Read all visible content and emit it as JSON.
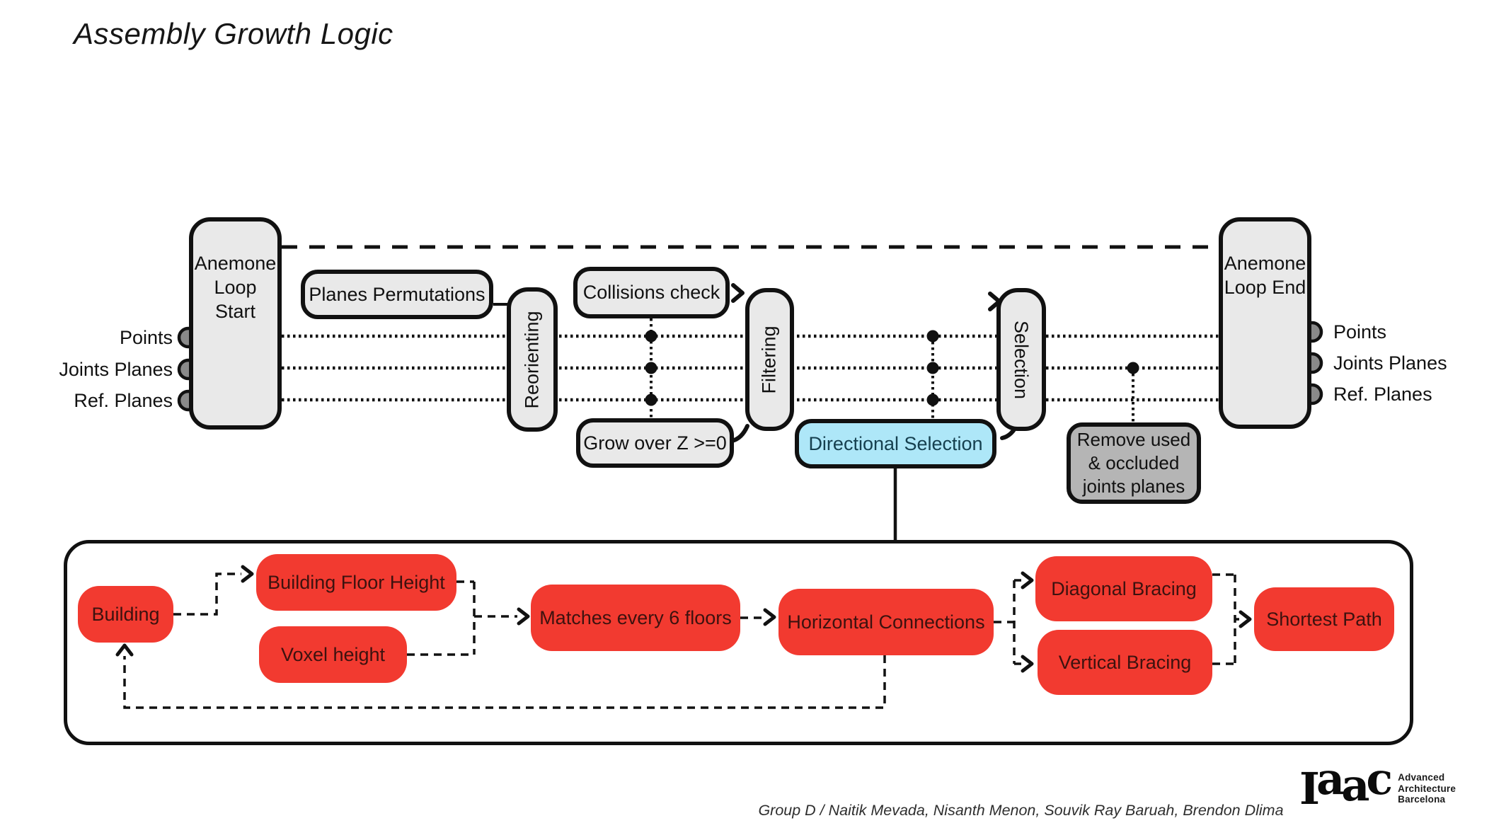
{
  "title": "Assembly Growth Logic",
  "loop_start": {
    "label": "Anemone Loop Start"
  },
  "loop_end": {
    "label": "Anemone Loop End"
  },
  "io": {
    "left": [
      "Points",
      "Joints Planes",
      "Ref. Planes"
    ],
    "right": [
      "Points",
      "Joints Planes",
      "Ref. Planes"
    ]
  },
  "pipeline": {
    "planes_permutations": "Planes Permutations",
    "reorienting": "Reorienting",
    "collisions_check": "Collisions check",
    "grow_over_z": "Grow over Z >=0",
    "filtering": "Filtering",
    "directional_selection": "Directional Selection",
    "selection": "Selection",
    "remove_used": "Remove used & occluded joints planes"
  },
  "sub_flow": {
    "building": "Building",
    "building_floor_height": "Building Floor Height",
    "voxel_height": "Voxel height",
    "matches_every_6_floors": "Matches every 6 floors",
    "horizontal_connections": "Horizontal Connections",
    "diagonal_bracing": "Diagonal Bracing",
    "vertical_bracing": "Vertical Bracing",
    "shortest_path": "Shortest Path"
  },
  "footer": {
    "credits": "Group D / Naitik Mevada, Nisanth Menon, Souvik Ray Baruah, Brendon Dlima",
    "logo_text": "Iaac",
    "logo_subtitle_1": "Advanced",
    "logo_subtitle_2": "Architecture",
    "logo_subtitle_3": "Barcelona"
  },
  "colors": {
    "node_fill": "#e9e9e9",
    "node_border": "#111111",
    "highlight_cyan": "#aee7f8",
    "gray_box": "#b5b5b5",
    "accent_red": "#f23a30",
    "red_text": "#3d120f"
  }
}
